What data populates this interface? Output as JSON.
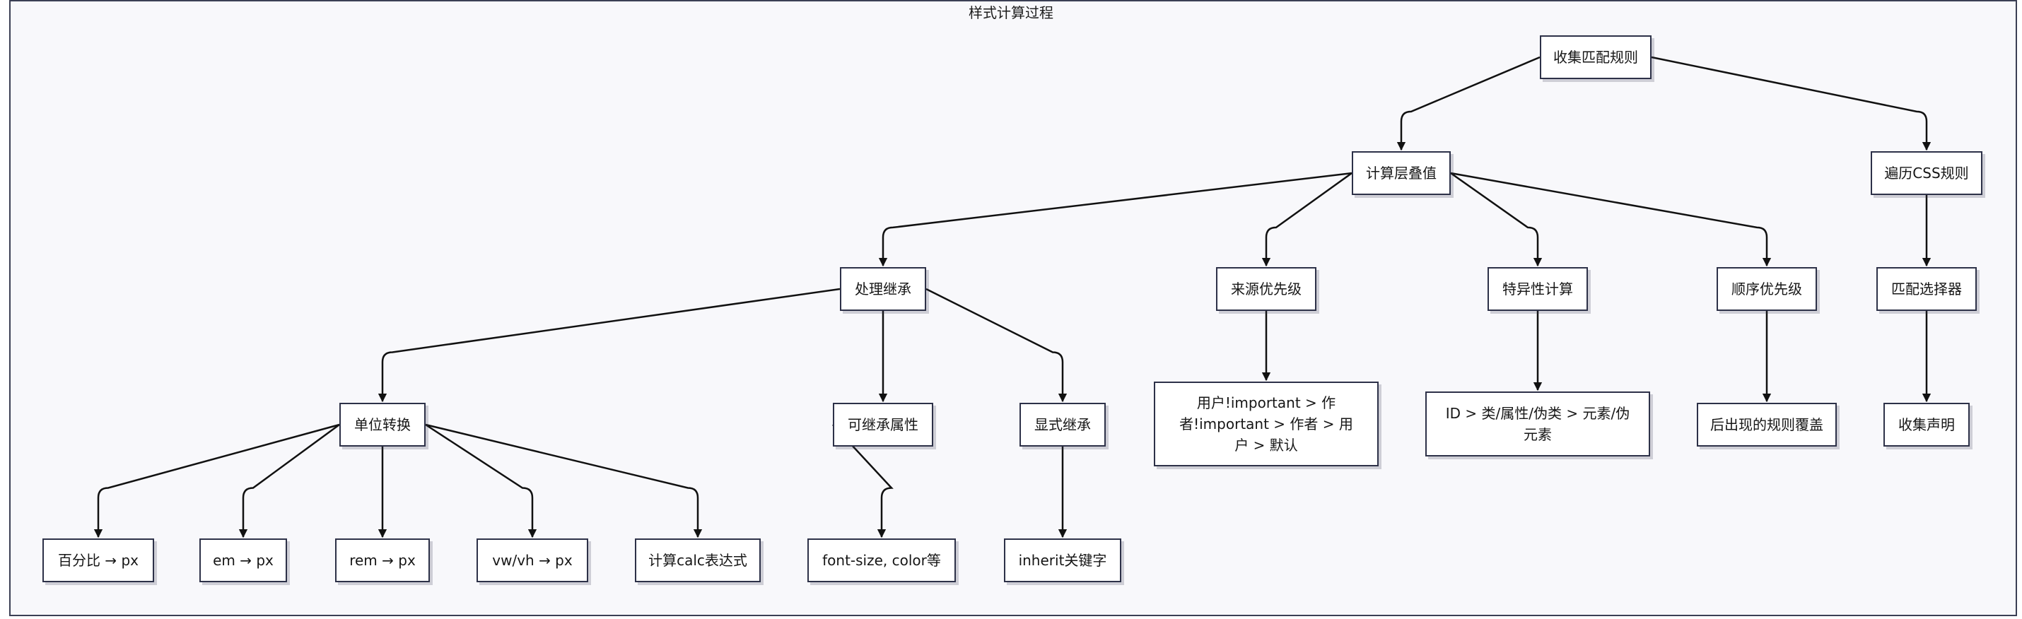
{
  "title": "样式计算过程",
  "nodes": {
    "collect_rules": "收集匹配规则",
    "compute_cascade": "计算层叠值",
    "traverse_css": "遍历CSS规则",
    "inheritance": "处理继承",
    "origin_priority": "来源优先级",
    "specificity": "特异性计算",
    "order_priority": "顺序优先级",
    "match_selector": "匹配选择器",
    "unit_convert": "单位转换",
    "inheritable_props": "可继承属性",
    "explicit_inherit": "显式继承",
    "origin_detail": "用户!important > 作者!important > 作者 > 用户 > 默认",
    "specificity_detail": "ID > 类/属性/伪类 > 元素/伪元素",
    "later_override": "后出现的规则覆盖",
    "collect_declarations": "收集声明",
    "percent_px": "百分比 → px",
    "em_px": "em → px",
    "rem_px": "rem → px",
    "vw_px": "vw/vh → px",
    "calc_expr": "计算calc表达式",
    "font_color": "font-size, color等",
    "inherit_keyword": "inherit关键字"
  },
  "edges": [
    [
      "collect_rules",
      "compute_cascade"
    ],
    [
      "collect_rules",
      "traverse_css"
    ],
    [
      "compute_cascade",
      "inheritance"
    ],
    [
      "compute_cascade",
      "origin_priority"
    ],
    [
      "compute_cascade",
      "specificity"
    ],
    [
      "compute_cascade",
      "order_priority"
    ],
    [
      "traverse_css",
      "match_selector"
    ],
    [
      "inheritance",
      "unit_convert"
    ],
    [
      "inheritance",
      "inheritable_props"
    ],
    [
      "inheritance",
      "explicit_inherit"
    ],
    [
      "origin_priority",
      "origin_detail"
    ],
    [
      "specificity",
      "specificity_detail"
    ],
    [
      "order_priority",
      "later_override"
    ],
    [
      "match_selector",
      "collect_declarations"
    ],
    [
      "unit_convert",
      "percent_px"
    ],
    [
      "unit_convert",
      "em_px"
    ],
    [
      "unit_convert",
      "rem_px"
    ],
    [
      "unit_convert",
      "vw_px"
    ],
    [
      "unit_convert",
      "calc_expr"
    ],
    [
      "inheritable_props",
      "font_color"
    ],
    [
      "explicit_inherit",
      "inherit_keyword"
    ]
  ]
}
